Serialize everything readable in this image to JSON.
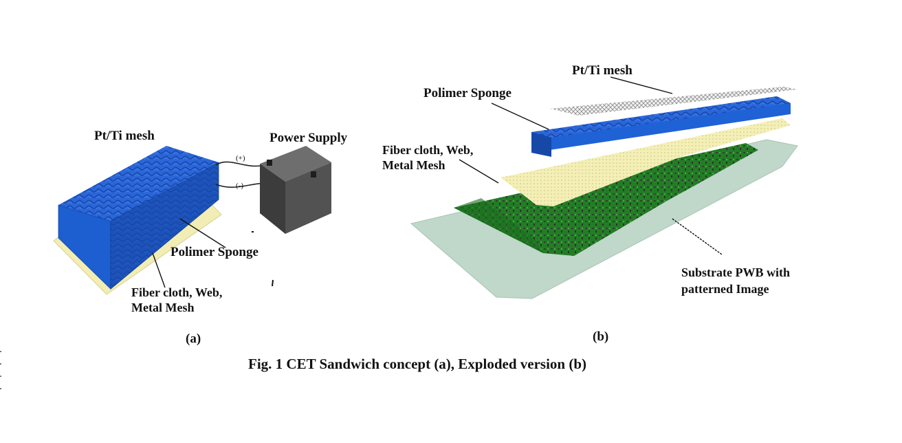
{
  "panel_a": {
    "pt_ti_mesh": "Pt/Ti mesh",
    "power_supply": "Power Supply",
    "plus": "(+)",
    "minus": "(-)",
    "polimer_sponge": "Polimer Sponge",
    "fiber_line1": "Fiber cloth, Web,",
    "fiber_line2": "Metal Mesh",
    "label": "(a)"
  },
  "panel_b": {
    "pt_ti_mesh": "Pt/Ti mesh",
    "polimer_sponge": "Polimer Sponge",
    "fiber_line1": "Fiber cloth, Web,",
    "fiber_line2": "Metal Mesh",
    "substrate_line1": "Substrate PWB with",
    "substrate_line2": "patterned Image",
    "label": "(b)"
  },
  "caption": "Fig. 1 CET Sandwich concept (a), Exploded version (b)",
  "colors": {
    "sponge": "#1f5fd0",
    "fiber": "#f2eeb4",
    "pcb": "#1e7a22",
    "substrate": "#bcd6c8",
    "power_supply": "#4a4a4a"
  }
}
